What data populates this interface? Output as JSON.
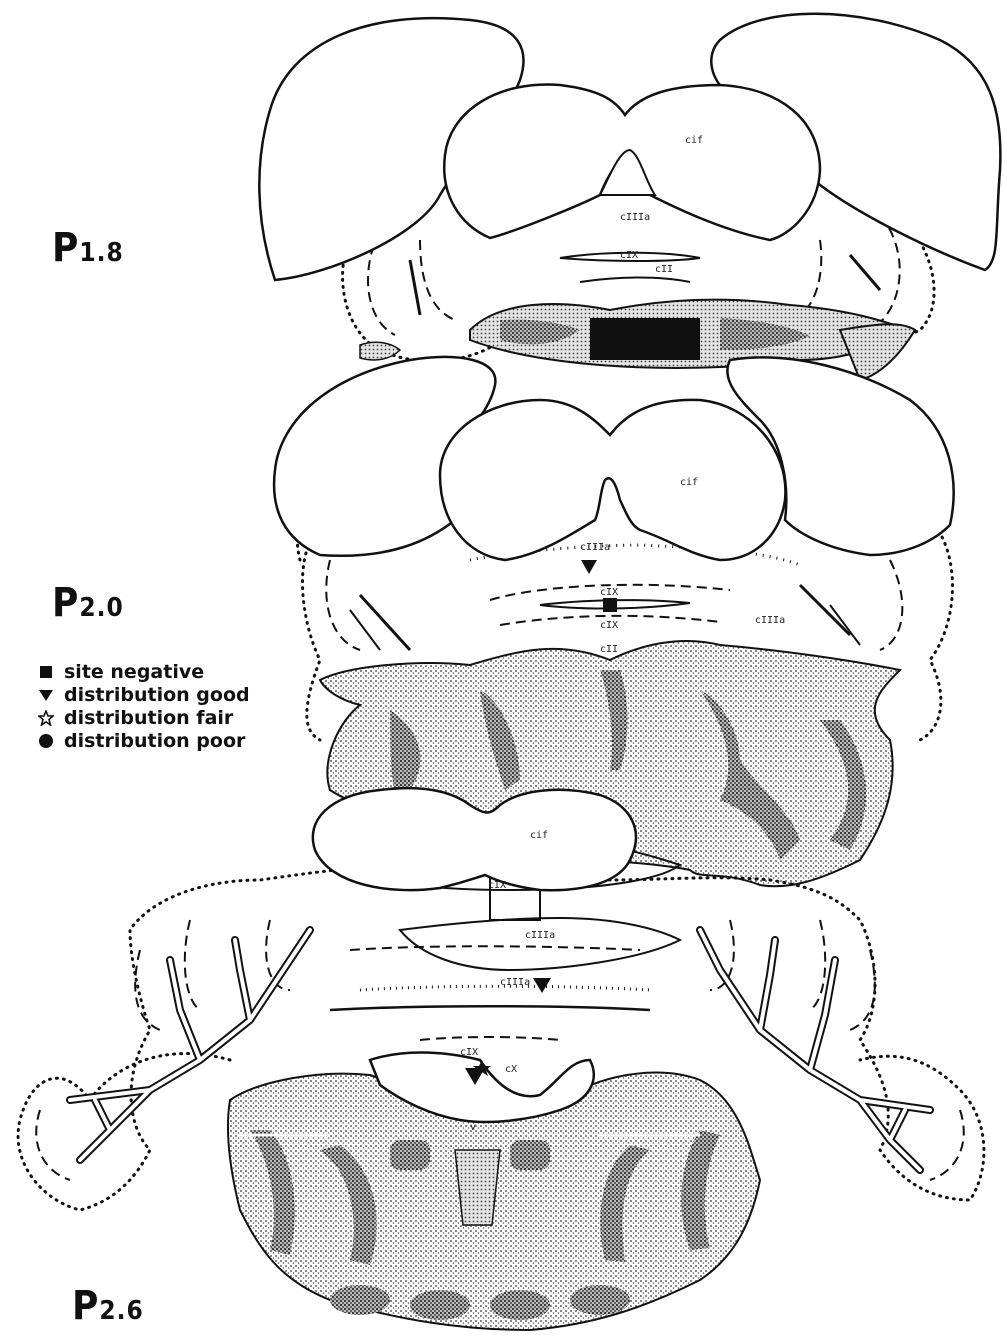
{
  "sections": [
    {
      "id": "p18",
      "label_main": "P",
      "label_sub": "1.8"
    },
    {
      "id": "p20",
      "label_main": "P",
      "label_sub": "2.0"
    },
    {
      "id": "p26",
      "label_main": "P",
      "label_sub": "2.6"
    }
  ],
  "legend": [
    {
      "marker": "square",
      "label": "site negative"
    },
    {
      "marker": "triangle-down",
      "label": "distribution good"
    },
    {
      "marker": "star-outline",
      "label": "distribution fair"
    },
    {
      "marker": "circle",
      "label": "distribution poor"
    }
  ],
  "structure_labels": {
    "cif_1": "cif",
    "cif_2": "cif",
    "cif_3": "cif",
    "cvn_1": "cIIIa",
    "cvn_2": "cIX",
    "cvn_3": "cII",
    "cvn_4": "cIIIa",
    "cvn_5": "cIX",
    "cvn_6": "cIX",
    "cvn_7": "cII",
    "cvn_8": "cIIIa",
    "cvn_9": "cIX",
    "cvn_10": "cIIIa",
    "cvn_11": "cIIIa",
    "cvn_12": "cIX",
    "cvn_13": "cX",
    "ventricle": "v"
  },
  "colors": {
    "ink": "#111111",
    "stipple_dark": "#2a2a2a",
    "stipple_light": "#9a9a9a",
    "paper": "#ffffff"
  }
}
